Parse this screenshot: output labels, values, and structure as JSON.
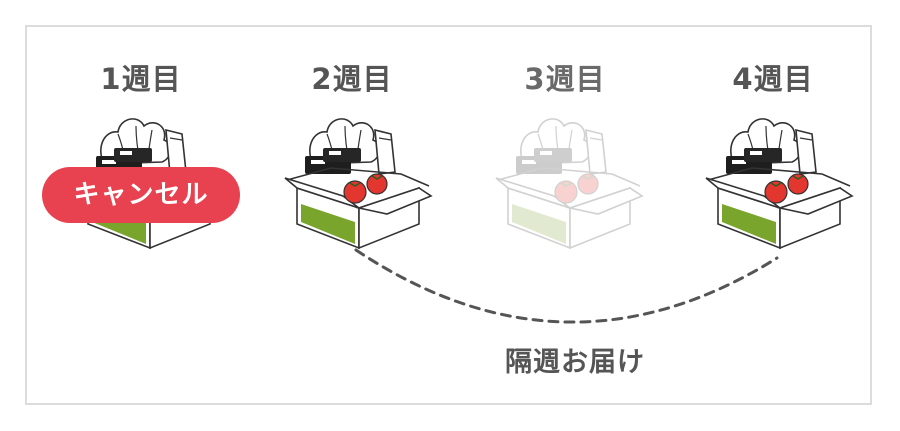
{
  "weeks": [
    {
      "label": "1週目",
      "state": "cancelled"
    },
    {
      "label": "2週目",
      "state": "delivered"
    },
    {
      "label": "3週目",
      "state": "skipped"
    },
    {
      "label": "4週目",
      "state": "delivered"
    }
  ],
  "cancel_badge": "キャンセル",
  "caption": "隔週お届け",
  "colors": {
    "cancel": "#e8414f",
    "box_green": "#7aa52c",
    "tomato": "#e3362f",
    "label_text": "#555555",
    "border": "#dcdcdc",
    "dashed_arc": "#555555"
  },
  "icons": [
    "vegetable-box-icon"
  ]
}
